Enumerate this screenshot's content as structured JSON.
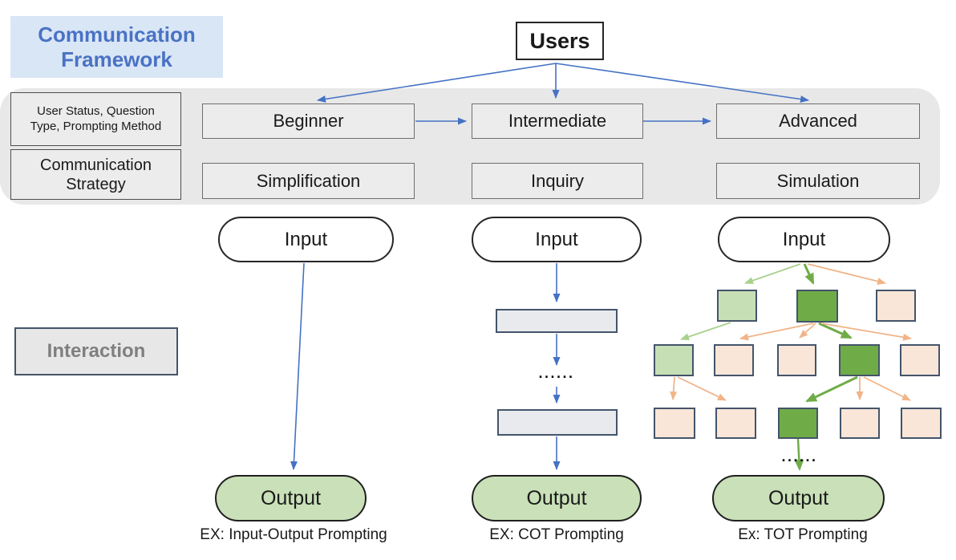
{
  "title": "Communication Framework",
  "users_label": "Users",
  "framework_band": {
    "row1_header": "User Status, Question Type, Prompting Method",
    "row2_header": "Communication Strategy",
    "user_levels": [
      "Beginner",
      "Intermediate",
      "Advanced"
    ],
    "strategies": [
      "Simplification",
      "Inquiry",
      "Simulation"
    ]
  },
  "interaction_label": "Interaction",
  "columns": {
    "input_output": {
      "input": "Input",
      "output": "Output",
      "caption": "EX: Input-Output Prompting"
    },
    "cot": {
      "input": "Input",
      "output": "Output",
      "caption": "EX: COT Prompting",
      "ellipsis": "......"
    },
    "tot": {
      "input": "Input",
      "output": "Output",
      "caption": "Ex: TOT Prompting",
      "ellipsis": "......"
    }
  },
  "tot_tree": {
    "level1": [
      "light-green",
      "dark-green",
      "peach"
    ],
    "level2": [
      "light-green",
      "peach",
      "peach",
      "dark-green",
      "peach"
    ],
    "level3": [
      "peach",
      "peach",
      "dark-green",
      "peach",
      "peach"
    ]
  },
  "colors": {
    "title_bg": "#d9e6f5",
    "title_text": "#4a72c4",
    "band_bg": "#e8e8e8",
    "band_box_bg": "#ececec",
    "interaction_border": "#44546a",
    "interaction_text": "#7f7f7f",
    "arrow_blue": "#4472c4",
    "arrow_orange": "#f0b488",
    "arrow_green_light": "#a9d18e",
    "arrow_green_dark": "#6fac47",
    "node_green_light": "#c7dfb5",
    "node_green_dark": "#6fac47",
    "node_peach": "#f9e6d8",
    "node_border": "#44546a",
    "output_fill": "#c9e0b8",
    "cot_step_fill": "#e8eaed"
  }
}
